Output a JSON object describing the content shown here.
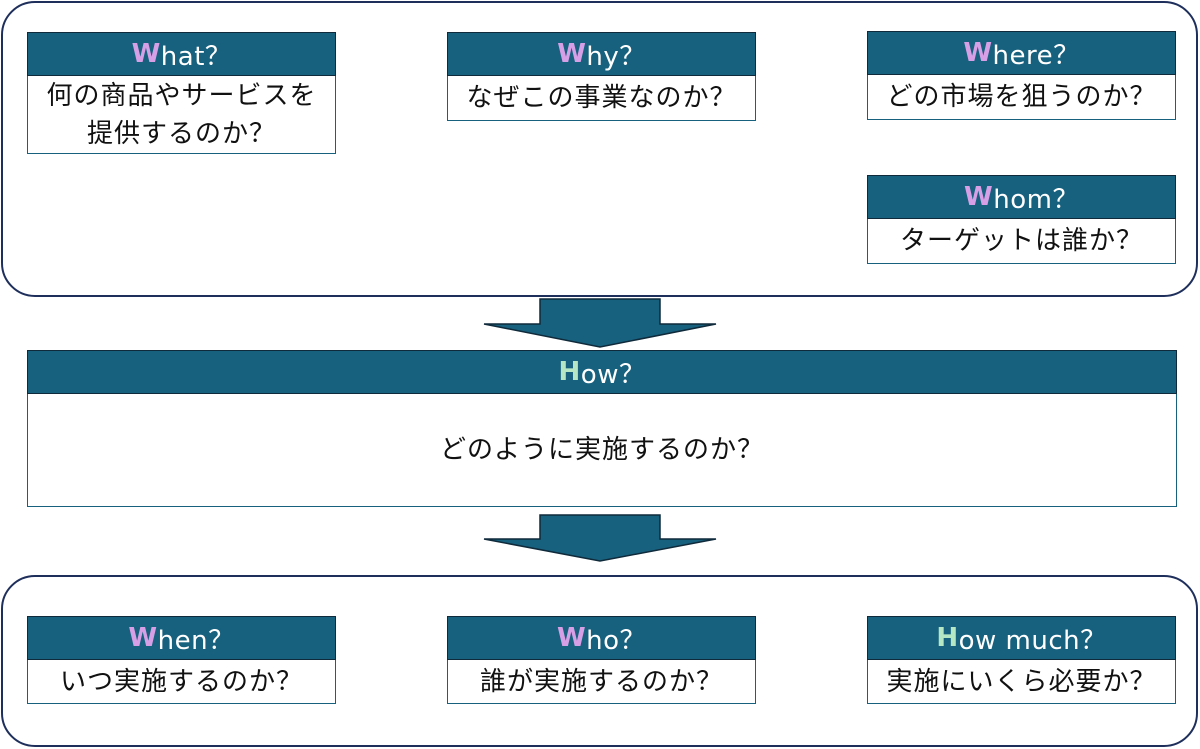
{
  "colors": {
    "header_fill": "#17617f",
    "frame_border": "#1f2f5c",
    "w_initial": "#d7a0e6",
    "h_initial": "#b6e7c4"
  },
  "top_group": {
    "what": {
      "initial": "W",
      "rest": "hat？",
      "lines": [
        "何の商品やサービスを",
        "提供するのか？"
      ]
    },
    "why": {
      "initial": "W",
      "rest": "hy？",
      "text": "なぜこの事業なのか？"
    },
    "where": {
      "initial": "W",
      "rest": "here？",
      "text": "どの市場を狙うのか？"
    },
    "whom": {
      "initial": "W",
      "rest": "hom？",
      "text": "ターゲットは誰か？"
    }
  },
  "how": {
    "initial": "H",
    "rest": "ow？",
    "text": "どのように実施するのか？"
  },
  "bottom_group": {
    "when": {
      "initial": "W",
      "rest": "hen？",
      "text": "いつ実施するのか？"
    },
    "who": {
      "initial": "W",
      "rest": "ho？",
      "text": "誰が実施するのか？"
    },
    "how_much": {
      "initial": "H",
      "rest": "ow much？",
      "text": "実施にいくら必要か？"
    }
  }
}
